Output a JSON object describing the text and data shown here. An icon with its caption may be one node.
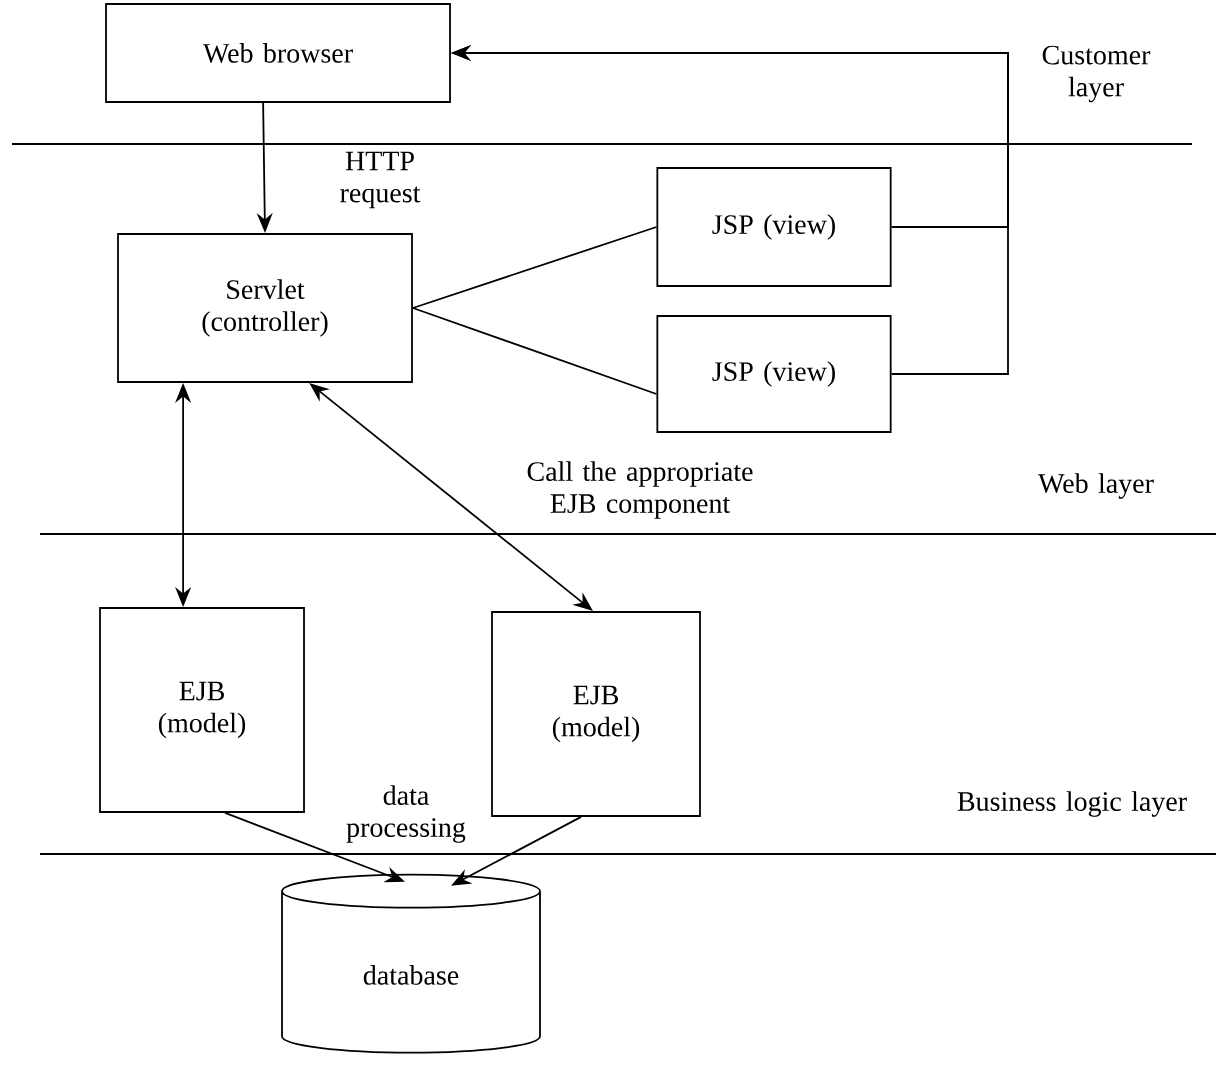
{
  "diagram": {
    "nodes": [
      {
        "text": [
          "Web browser"
        ]
      },
      {
        "text": [
          "Servlet (controller)"
        ]
      },
      {
        "text": [
          "JSP (view)"
        ]
      },
      {
        "text": [
          "JSP (view)"
        ]
      },
      {
        "text": [
          "EJB (model)"
        ]
      },
      {
        "text": [
          "EJB (model)"
        ]
      },
      {
        "text": [
          "database"
        ]
      }
    ],
    "edges": [
      {
        "from": 0,
        "to": 1,
        "arrow": "to",
        "label": "HTTP request"
      },
      {
        "from": 1,
        "to": 2,
        "arrow": "none"
      },
      {
        "from": 1,
        "to": 3,
        "arrow": "none"
      },
      {
        "from": 2,
        "to": 0,
        "arrow": "to"
      },
      {
        "from": 3,
        "to": 0,
        "arrow": "to"
      },
      {
        "from": 1,
        "to": 4,
        "arrow": "both"
      },
      {
        "from": 1,
        "to": 5,
        "arrow": "both",
        "label": "Call the appropriate EJB component"
      },
      {
        "from": 4,
        "to": 6,
        "arrow": "to"
      },
      {
        "from": 5,
        "to": 6,
        "arrow": "to"
      }
    ],
    "labels": [
      "Customer layer",
      "Web layer",
      "data processing",
      "Business logic layer"
    ]
  }
}
